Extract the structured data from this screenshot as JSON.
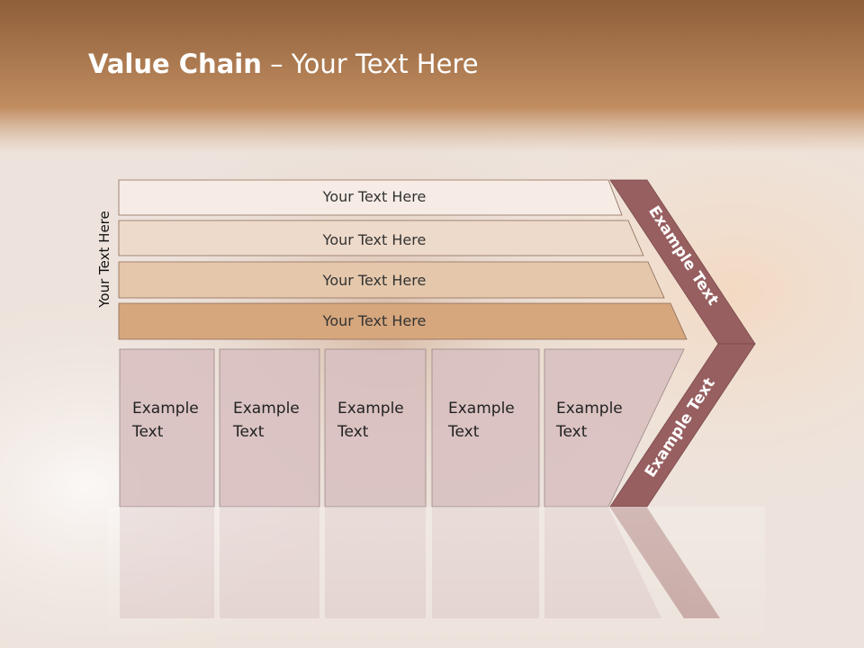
{
  "title": {
    "bold": "Value Chain",
    "rest": " – Your Text Here"
  },
  "side_label": "Your Text Here",
  "bars": [
    {
      "label": "Your Text Here"
    },
    {
      "label": "Your Text Here"
    },
    {
      "label": "Your Text Here"
    },
    {
      "label": "Your Text Here"
    }
  ],
  "columns": [
    {
      "line1": "Example",
      "line2": "Text"
    },
    {
      "line1": "Example",
      "line2": "Text"
    },
    {
      "line1": "Example",
      "line2": "Text"
    },
    {
      "line1": "Example",
      "line2": "Text"
    },
    {
      "line1": "Example",
      "line2": "Text"
    }
  ],
  "chevron": {
    "upper": "Example Text",
    "lower": "Example Text"
  },
  "colors": {
    "header": "#b58155",
    "bar_fills": [
      "#f6ece5",
      "#eedaca",
      "#e5c8ac",
      "#d6a67d"
    ],
    "column_fill": "#d8c0c0",
    "chevron_fill": "#985f60"
  }
}
